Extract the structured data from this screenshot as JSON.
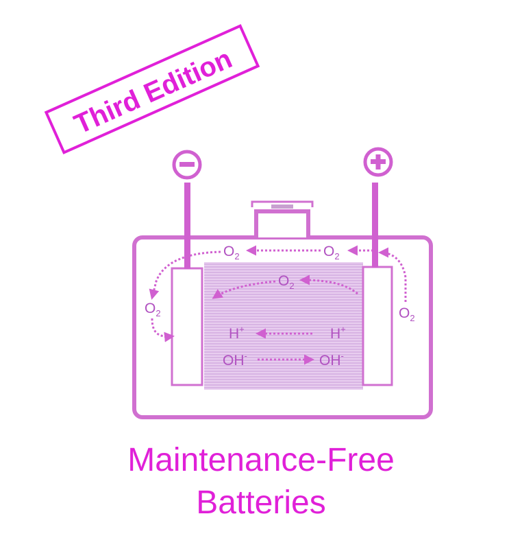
{
  "edition": "Third Edition",
  "title": {
    "line1": "Maintenance-Free",
    "line2": "Batteries"
  },
  "terminals": {
    "negative": "−",
    "positive": "+"
  },
  "labels": {
    "o2_top_left": {
      "base": "O",
      "sub": "2"
    },
    "o2_top_right": {
      "base": "O",
      "sub": "2"
    },
    "o2_middle": {
      "base": "O",
      "sub": "2"
    },
    "o2_left": {
      "base": "O",
      "sub": "2"
    },
    "o2_right": {
      "base": "O",
      "sub": "2"
    },
    "h_left": {
      "base": "H",
      "sup": "+"
    },
    "h_right": {
      "base": "H",
      "sup": "+"
    },
    "oh_left": {
      "base": "OH",
      "sup": "-"
    },
    "oh_right": {
      "base": "OH",
      "sup": "-"
    }
  },
  "colors": {
    "magenta": "#e020d8",
    "outline": "#d070d0",
    "label": "#b050c0",
    "electrolyte": "#e4c4ec",
    "electrolyte_dark": "#c090d0"
  }
}
